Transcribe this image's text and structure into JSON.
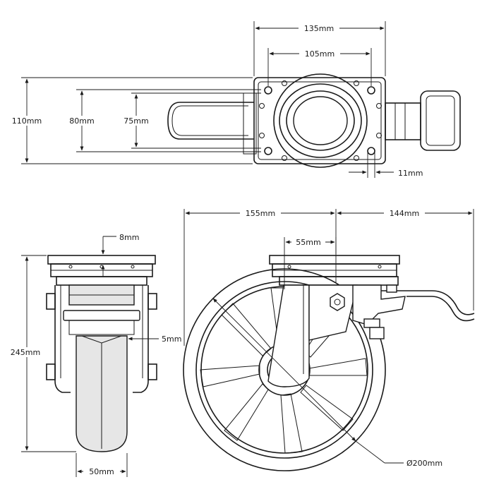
{
  "dimensions": {
    "top_plate_width": "135mm",
    "top_hole_spacing_x": "105mm",
    "top_overall_height": "110mm",
    "top_plate_height": "80mm",
    "top_hole_spacing_y": "75mm",
    "top_hole_diameter": "11mm",
    "front_plate_thickness": "8mm",
    "front_overall_height": "245mm",
    "front_gap": "5mm",
    "front_wheel_width": "50mm",
    "side_front_length": "155mm",
    "side_rear_length": "144mm",
    "side_offset": "55mm",
    "side_wheel_diameter": "Ø200mm"
  }
}
